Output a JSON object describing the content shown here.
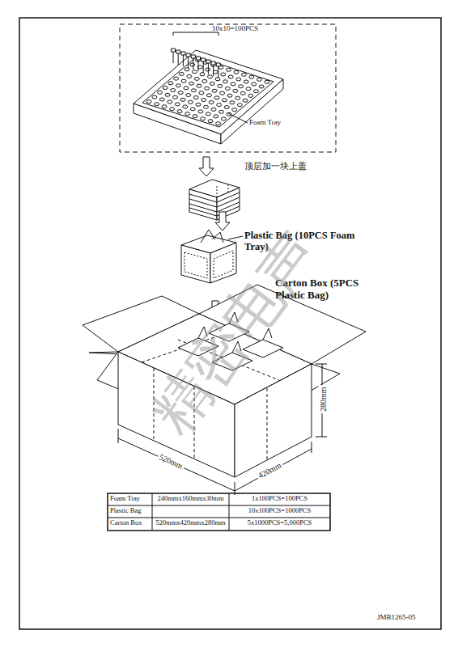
{
  "diagram": {
    "labels": [
      "10x10=100PCS",
      "Foam Tray",
      "顶层加一块上盖",
      "Plastic Bag (10PCS Foam Tray)",
      "Carton Box (5PCS Plastic Bag)",
      "280mm",
      "520mm",
      "420mm",
      "Foam Tray",
      "240mmx160mmx30mm",
      "1x100PCS=100PCS",
      "Plastic Bag",
      "10x100PCS=1000PCS",
      "Carton Box",
      "520mmx420mmx280mm",
      "5x1000PCS=5,000PCS",
      "JMB1265-05",
      "精密电声"
    ]
  }
}
